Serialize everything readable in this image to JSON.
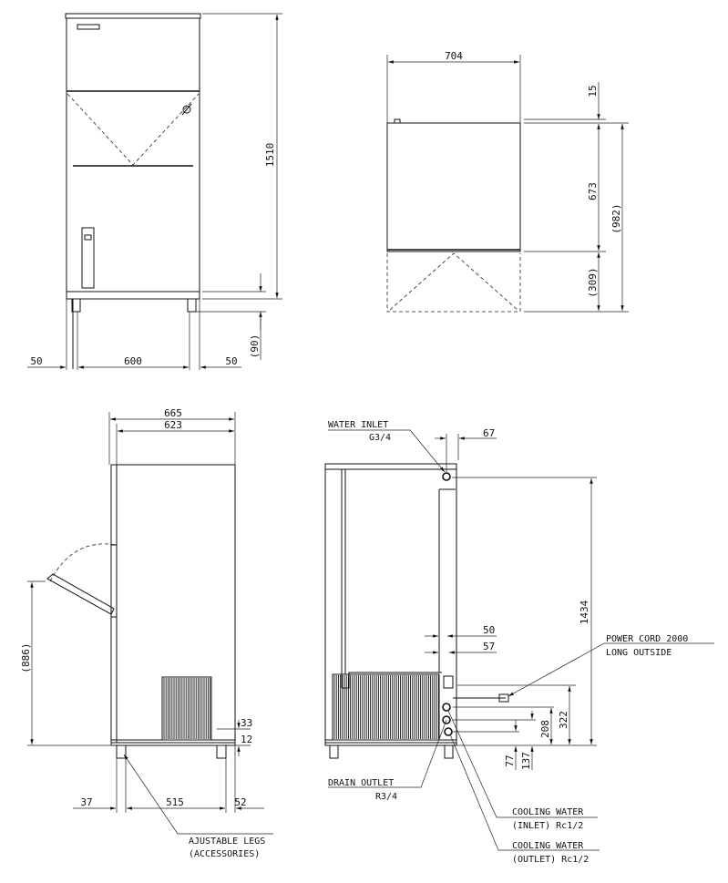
{
  "front_view": {
    "dims": {
      "height": "1510",
      "leg": "(90)",
      "left": "50",
      "width": "600",
      "right": "50"
    }
  },
  "top_view": {
    "dims": {
      "width": "704",
      "top": "15",
      "body": "673",
      "bin": "(309)",
      "total": "(982)"
    }
  },
  "side_view": {
    "dims": {
      "outer": "665",
      "inner": "623",
      "door": "(886)",
      "d33": "33",
      "d12": "12",
      "left": "37",
      "width": "515",
      "right": "52"
    },
    "labels": {
      "legs_1": "AJUSTABLE LEGS",
      "legs_2": "(ACCESSORIES)"
    }
  },
  "rear_view": {
    "dims": {
      "d67": "67",
      "d1434": "1434",
      "d50": "50",
      "d57": "57",
      "d322": "322",
      "d208": "208",
      "d77": "77",
      "d137": "137"
    },
    "labels": {
      "water_inlet_1": "WATER INLET",
      "water_inlet_2": "G3/4",
      "power_cord_1": "POWER CORD 2000",
      "power_cord_2": "LONG OUTSIDE",
      "drain_1": "DRAIN OUTLET",
      "drain_2": "R3/4",
      "cw_inlet_1": "COOLING WATER",
      "cw_inlet_2": "(INLET) Rc1/2",
      "cw_outlet_1": "COOLING WATER",
      "cw_outlet_2": "(OUTLET) Rc1/2"
    }
  }
}
